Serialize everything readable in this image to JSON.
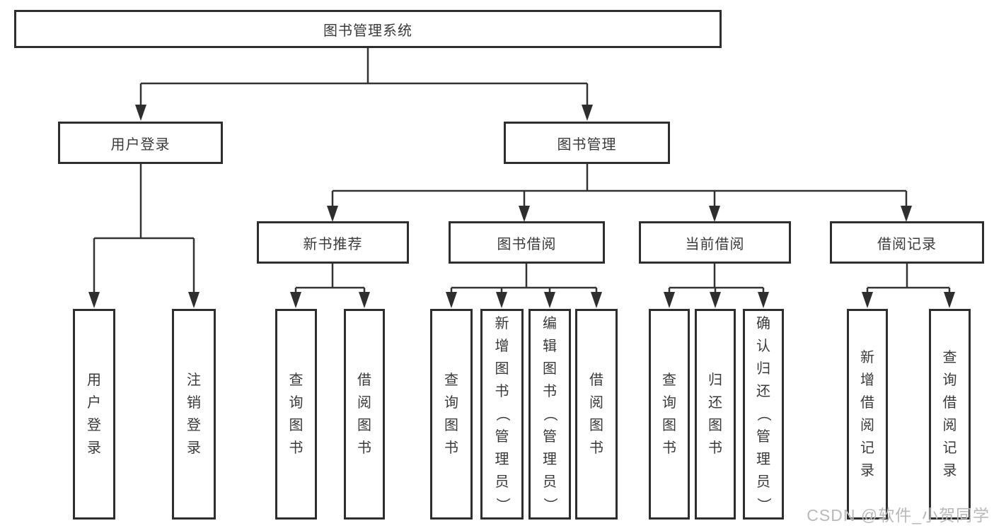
{
  "colors": {
    "background": "#ffffff",
    "line": "#333333",
    "box_border": "#2e2e2e",
    "text": "#3a3a3a",
    "watermark": "#b9b9b9"
  },
  "watermark": {
    "text": "CSDN @软件_小贺同学"
  },
  "tree": {
    "label": "图书管理系统",
    "children": [
      {
        "label": "用户登录",
        "children": [
          {
            "label": "用户登录"
          },
          {
            "label": "注销登录"
          }
        ]
      },
      {
        "label": "图书管理",
        "children": [
          {
            "label": "新书推荐",
            "children": [
              {
                "label": "查询图书"
              },
              {
                "label": "借阅图书"
              }
            ]
          },
          {
            "label": "图书借阅",
            "children": [
              {
                "label": "查询图书"
              },
              {
                "label": "新增图书（管理员）"
              },
              {
                "label": "编辑图书（管理员）"
              },
              {
                "label": "借阅图书"
              }
            ]
          },
          {
            "label": "当前借阅",
            "children": [
              {
                "label": "查询图书"
              },
              {
                "label": "归还图书"
              },
              {
                "label": "确认归还（管理员）"
              }
            ]
          },
          {
            "label": "借阅记录",
            "children": [
              {
                "label": "新增借阅记录"
              },
              {
                "label": "查询借阅记录"
              }
            ]
          }
        ]
      }
    ]
  }
}
